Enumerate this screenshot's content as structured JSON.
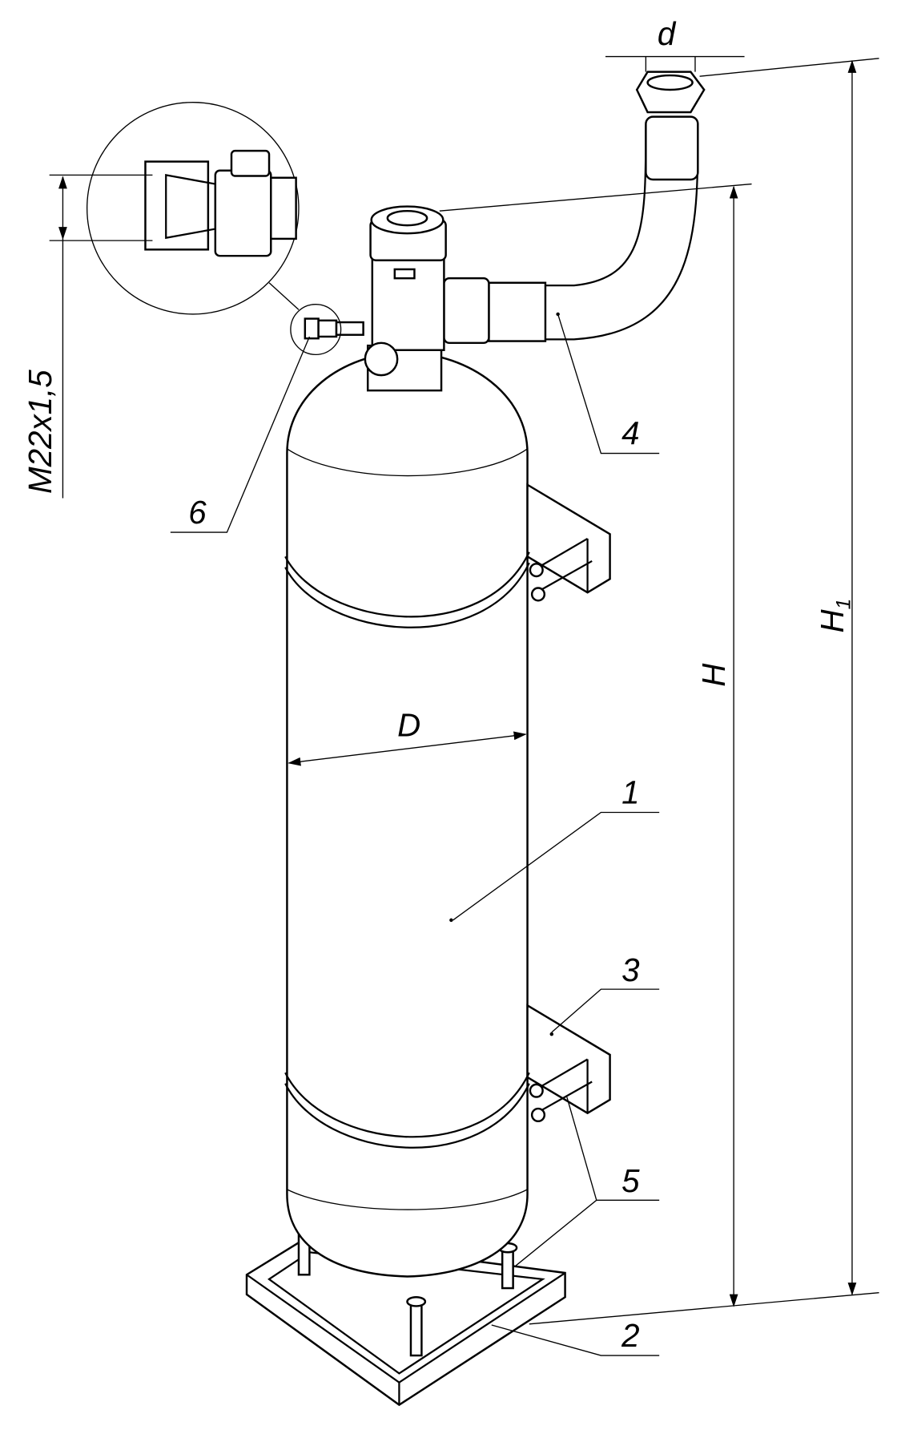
{
  "drawing": {
    "dimensions": {
      "pipe_diameter": "d",
      "height": "H",
      "total_height": "H",
      "total_height_subscript": "1",
      "vessel_diameter": "D",
      "thread": "M22x1,5"
    },
    "callouts": [
      "1",
      "2",
      "3",
      "4",
      "5",
      "6"
    ]
  }
}
